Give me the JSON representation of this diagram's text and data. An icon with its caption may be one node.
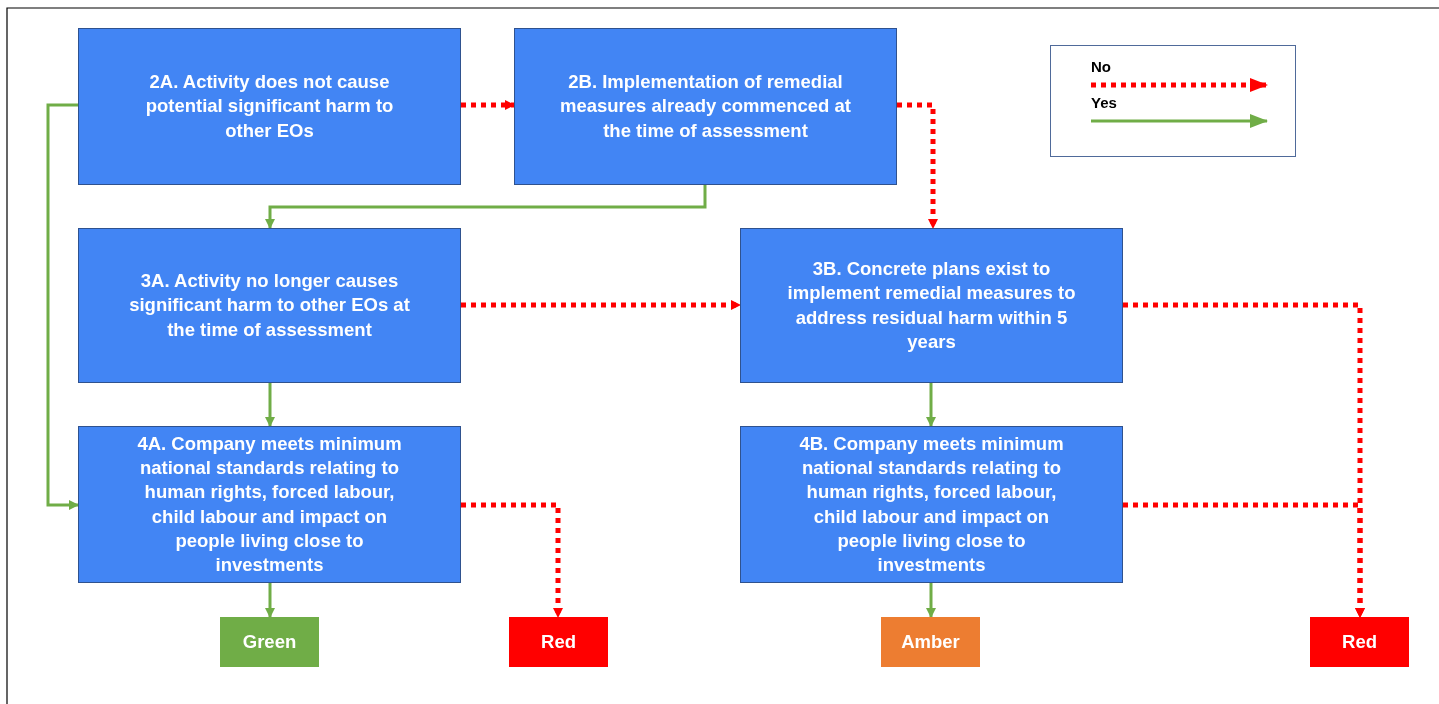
{
  "diagram": {
    "nodes": [
      {
        "text": [
          "2A. Activity does not cause potential significant harm to other EOs"
        ]
      },
      {
        "text": [
          "2B. Implementation of remedial measures already commenced at the time of assessment"
        ]
      },
      {
        "text": [
          "3A. Activity no longer causes significant harm to other EOs at the time of assessment"
        ]
      },
      {
        "text": [
          "3B. Concrete plans exist to implement remedial measures to address residual harm within 5 years"
        ]
      },
      {
        "text": [
          "4A. Company meets minimum national standards relating to human rights, forced labour, child labour and impact on people living close to investments"
        ]
      },
      {
        "text": [
          "4B. Company meets minimum national standards relating to human rights, forced labour, child labour and impact on people living close to investments"
        ]
      },
      {
        "text": [
          "Green"
        ]
      },
      {
        "text": [
          "Red"
        ]
      },
      {
        "text": [
          "Amber"
        ]
      },
      {
        "text": [
          "Red"
        ]
      }
    ],
    "edges": [
      {
        "from": 0,
        "to": 1,
        "arrow": "to",
        "style": "dashed",
        "color": "#ff0000"
      },
      {
        "from": 0,
        "to": 4,
        "arrow": "to",
        "color": "#70ad47"
      },
      {
        "from": 1,
        "to": 2,
        "arrow": "to",
        "color": "#70ad47"
      },
      {
        "from": 1,
        "to": 3,
        "arrow": "to",
        "style": "dashed",
        "color": "#ff0000"
      },
      {
        "from": 2,
        "to": 3,
        "arrow": "to",
        "style": "dashed",
        "color": "#ff0000"
      },
      {
        "from": 2,
        "to": 4,
        "arrow": "to",
        "color": "#70ad47"
      },
      {
        "from": 3,
        "to": 5,
        "arrow": "to",
        "color": "#70ad47"
      },
      {
        "from": 3,
        "to": 9,
        "arrow": "to",
        "style": "dashed",
        "color": "#ff0000"
      },
      {
        "from": 4,
        "to": 6,
        "arrow": "to",
        "color": "#70ad47"
      },
      {
        "from": 4,
        "to": 7,
        "arrow": "to",
        "style": "dashed",
        "color": "#ff0000"
      },
      {
        "from": 5,
        "to": 8,
        "arrow": "to",
        "color": "#70ad47"
      },
      {
        "from": 5,
        "to": 9,
        "arrow": "to",
        "style": "dashed",
        "color": "#ff0000"
      }
    ],
    "legend": [
      {
        "text": "No"
      },
      {
        "text": "Yes"
      }
    ]
  }
}
